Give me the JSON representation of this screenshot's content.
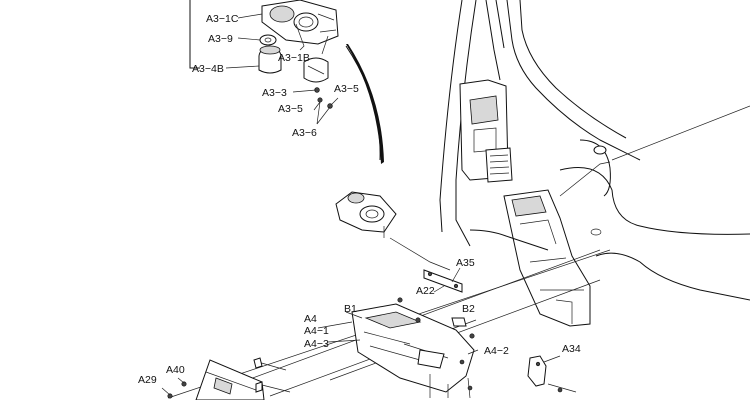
{
  "labels": {
    "a3_1c": "A3−1C",
    "a3_9": "A3−9",
    "a3_4b": "A3−4B",
    "a3_1b": "A3−1B",
    "a3_3": "A3−3",
    "a3_5_right": "A3−5",
    "a3_5_left": "A3−5",
    "a3_6": "A3−6",
    "a35": "A35",
    "a22": "A22",
    "b1": "B1",
    "b2": "B2",
    "a4": "A4",
    "a4_1": "A4−1",
    "a4_3": "A4−3",
    "a4_2": "A4−2",
    "a34": "A34",
    "a40": "A40",
    "a29": "A29"
  },
  "colors": {
    "line": "#111111",
    "shade": "#d8d8d8",
    "background": "#ffffff"
  }
}
